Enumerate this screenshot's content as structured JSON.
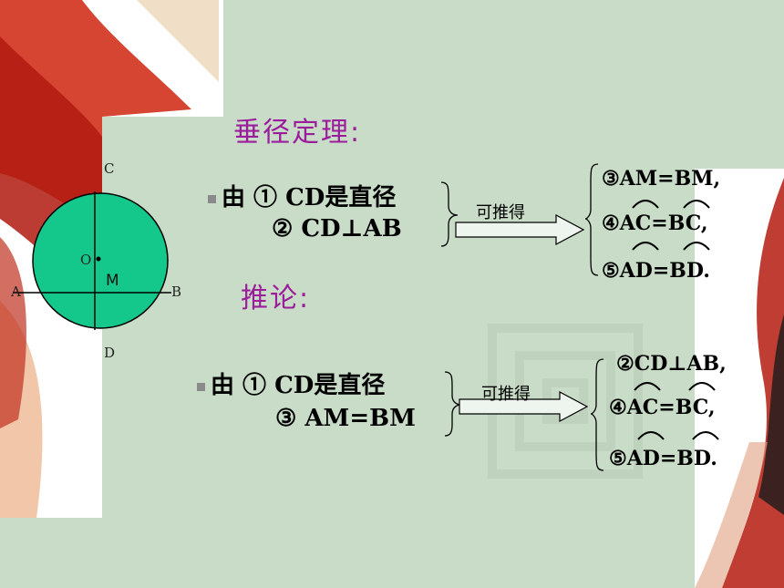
{
  "theorem": {
    "title": "垂径定理:",
    "cond1": "由 ① CD是直径",
    "cond2": "② CD⊥AB",
    "arrow_label": "可推得",
    "r1": "③AM=BM,",
    "r2": "④AC=BC,",
    "r3": "⑤AD=BD."
  },
  "corollary": {
    "title": "推论:",
    "cond1": "由 ① CD是直径",
    "cond2": "③ AM=BM",
    "arrow_label": "可推得",
    "r1": "②CD⊥AB,",
    "r2": "④AC=BC,",
    "r3": "⑤AD=BD."
  },
  "diagram": {
    "labels": {
      "C": "C",
      "D": "D",
      "A": "A",
      "B": "B",
      "O": "O",
      "M": "M"
    },
    "fill_color": "#14c88c"
  }
}
